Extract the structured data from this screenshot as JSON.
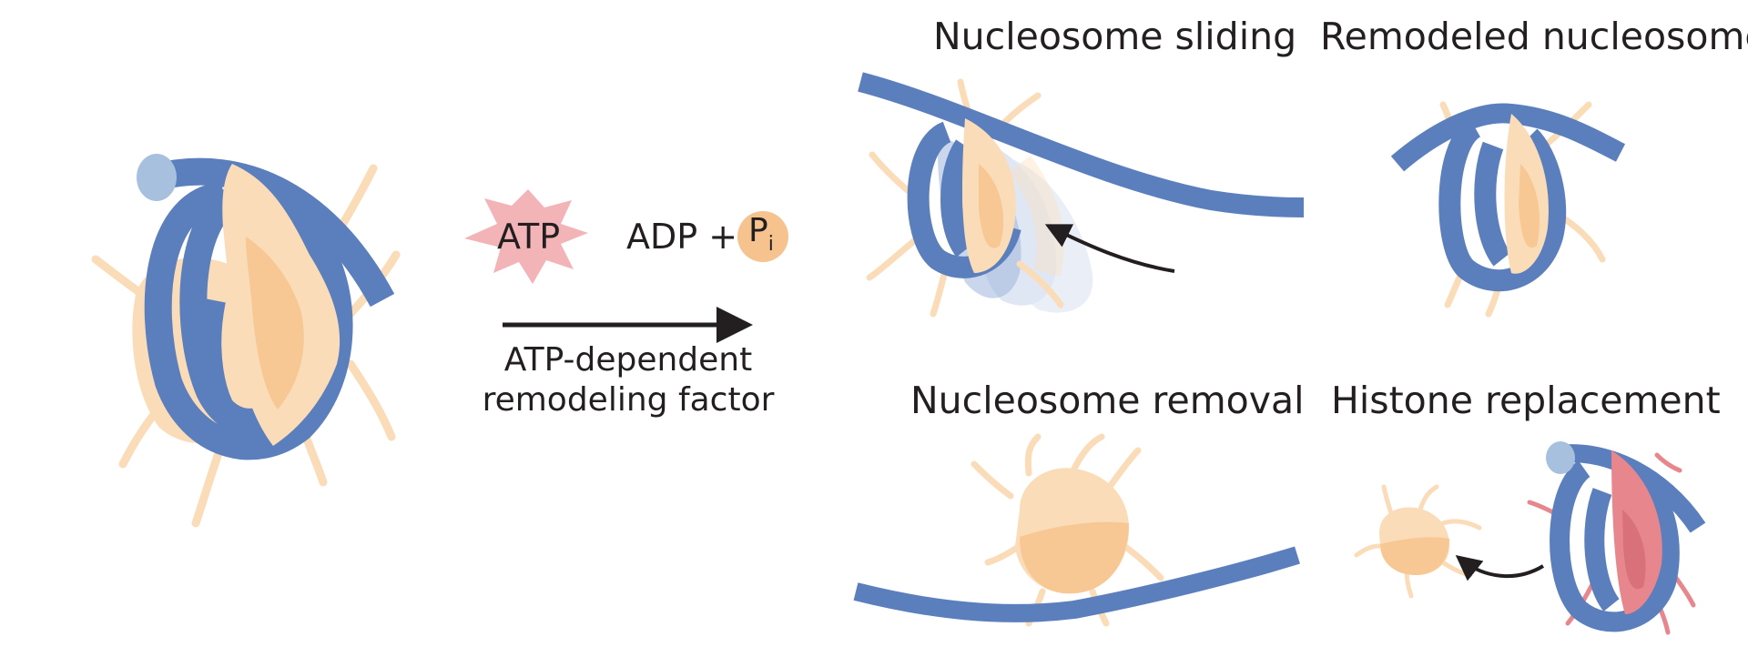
{
  "labels": {
    "atp": "ATP",
    "adp": "ADP +",
    "pi_main": "P",
    "pi_sub": "i",
    "factor_line1": "ATP-dependent",
    "factor_line2": "remodeling factor",
    "sliding": "Nucleosome sliding",
    "remodeled": "Remodeled nucleosome",
    "removal": "Nucleosome removal",
    "replacement": "Histone replacement"
  },
  "colors": {
    "dna": "#5b7fbc",
    "dna_end": "#a6c0de",
    "histone_light": "#fbdcb8",
    "histone_mid": "#f7c893",
    "histone_variant": "#e8868d",
    "histone_variant_dark": "#d9717a",
    "atp_star": "#f2b4b7",
    "pi_circle": "#f6c38e",
    "arrow": "#231f20"
  }
}
